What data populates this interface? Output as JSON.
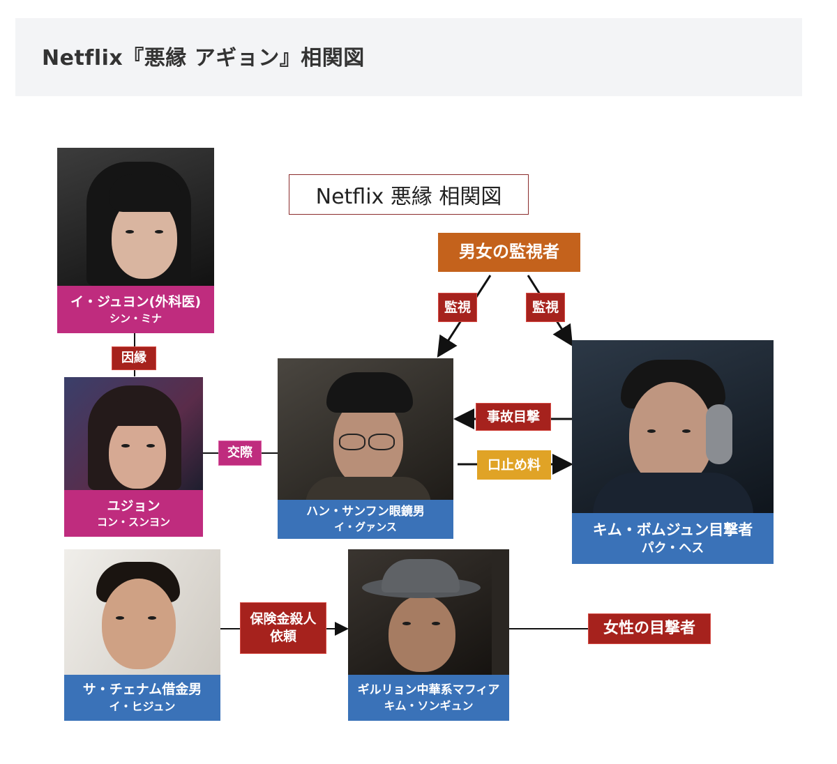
{
  "header": {
    "title": "Netflix『悪縁 アギョン』相関図"
  },
  "diagram": {
    "title": "Netflix 悪縁 相関図",
    "group_label": "男女の監視者",
    "characters": [
      {
        "role": "イ・ジュヨン(外科医)",
        "actor": "シン・ミナ"
      },
      {
        "role": "ユジョン",
        "actor": "コン・スンヨン"
      },
      {
        "role": "ハン・サンフン眼鏡男",
        "actor": "イ・グァンス"
      },
      {
        "role": "キム・ボムジュン目撃者",
        "actor": "パク・ヘス"
      },
      {
        "role": "サ・チェナム借金男",
        "actor": "イ・ヒジュン"
      },
      {
        "role": "ギルリョン中華系マフィア",
        "actor": "キム・ソンギュン"
      }
    ],
    "relations": {
      "fate": "因縁",
      "dating": "交際",
      "watch_left": "監視",
      "watch_right": "監視",
      "accident_witness": "事故目撃",
      "hush_money": "口止め料",
      "insurance_murder_line1": "保険金殺人",
      "insurance_murder_line2": "依頼",
      "female_witness": "女性の目撃者"
    },
    "colors": {
      "magenta_caption": "#bf2c7e",
      "blue_caption": "#3a72b8",
      "relation_label": "#a6221d",
      "group_label": "#c4621c",
      "hush_money_label": "#e0a326"
    }
  }
}
